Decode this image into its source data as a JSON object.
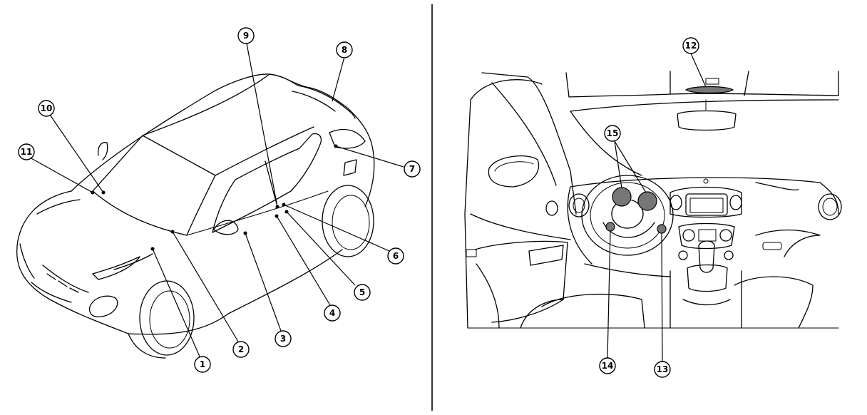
{
  "panels": [
    {
      "name": "exterior",
      "callouts": [
        {
          "label": "1",
          "target": "front-fender"
        },
        {
          "label": "2",
          "target": "hood"
        },
        {
          "label": "3",
          "target": "front-door"
        },
        {
          "label": "4",
          "target": "rear-door-lower"
        },
        {
          "label": "5",
          "target": "rear-door-handle"
        },
        {
          "label": "6",
          "target": "rear-door-upper"
        },
        {
          "label": "7",
          "target": "rear-quarter"
        },
        {
          "label": "8",
          "target": "rear-spoiler"
        },
        {
          "label": "9",
          "target": "center-pillar"
        },
        {
          "label": "10",
          "target": "windshield"
        },
        {
          "label": "11",
          "target": "cowl"
        }
      ]
    },
    {
      "name": "interior",
      "callouts": [
        {
          "label": "12",
          "target": "overhead-console"
        },
        {
          "label": "13",
          "target": "steering-switch-right"
        },
        {
          "label": "14",
          "target": "steering-switch-left"
        },
        {
          "label": "15",
          "target": "combination-meter"
        }
      ]
    }
  ]
}
